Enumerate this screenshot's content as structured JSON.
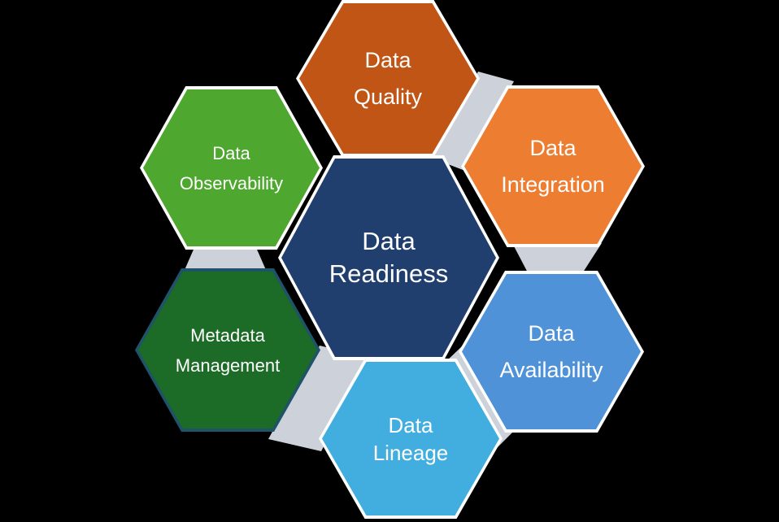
{
  "diagram": {
    "title": "Data Readiness hexagon cycle diagram",
    "background_color": "#000000",
    "connector_color": "#CDD2DA",
    "text_color": "#FFFFFF",
    "center": {
      "id": "data-readiness",
      "lines": [
        "Data",
        "Readiness"
      ],
      "fill": "#203F6E",
      "border_color": "#FFFFFF"
    },
    "nodes": [
      {
        "id": "data-quality",
        "lines": [
          "Data",
          "Quality"
        ],
        "fill": "#C05515",
        "border_color": "#FFFFFF"
      },
      {
        "id": "data-integration",
        "lines": [
          "Data",
          "Integration"
        ],
        "fill": "#ED7D31",
        "border_color": "#FFFFFF"
      },
      {
        "id": "data-availability",
        "lines": [
          "Data",
          "Availability"
        ],
        "fill": "#4F92D8",
        "border_color": "#FFFFFF"
      },
      {
        "id": "data-lineage",
        "lines": [
          "Data",
          "Lineage"
        ],
        "fill": "#42AEE0",
        "border_color": "#FFFFFF"
      },
      {
        "id": "metadata-management",
        "lines": [
          "Metadata",
          "Management"
        ],
        "fill": "#1C6B27",
        "border_color": "#1E5368"
      },
      {
        "id": "data-observability",
        "lines": [
          "Data",
          "Observability"
        ],
        "fill": "#4EA72E",
        "border_color": "#FFFFFF"
      }
    ]
  }
}
